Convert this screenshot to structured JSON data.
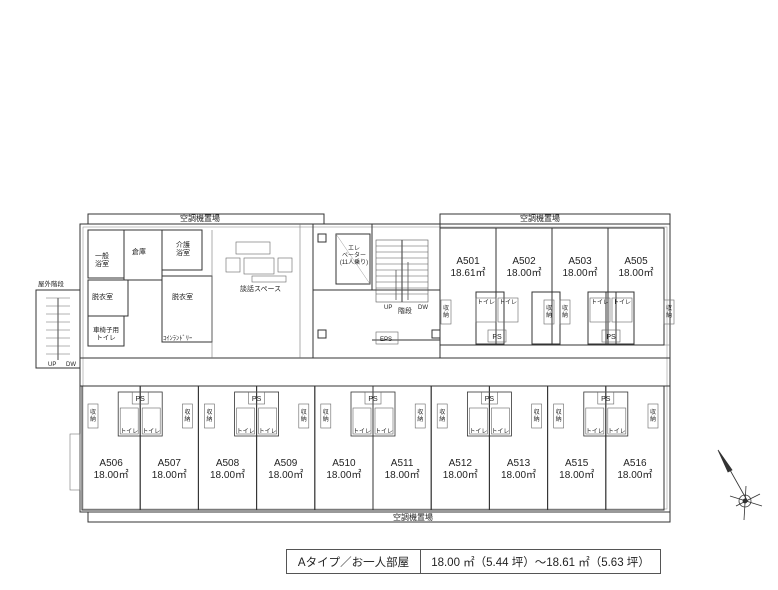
{
  "labels": {
    "aircon_top_left": "空調機置場",
    "aircon_top_right": "空調機置場",
    "aircon_bottom": "空調機置場",
    "ext_stairs": "屋外階段",
    "warehouse": "倉庫",
    "general_bath": "一般\n浴室",
    "care_bath": "介護\n浴室",
    "changing_left": "脱衣室",
    "changing_mid": "脱衣室",
    "wheelchair_toilet": "車椅子用\nトイレ",
    "coin_laundry": "ｺｲﾝﾗﾝﾄﾞﾘｰ",
    "lounge": "談話スペース",
    "elevator": "エレ\nベーター\n(11人乗り)",
    "stairs": "階段",
    "eps": "EPS",
    "up": "UP",
    "dw": "DW",
    "toilet": "トイレ",
    "ps": "PS",
    "storage": "収\n納"
  },
  "top_rooms": [
    {
      "id": "A501",
      "area": "18.61㎡"
    },
    {
      "id": "A502",
      "area": "18.00㎡"
    },
    {
      "id": "A503",
      "area": "18.00㎡"
    },
    {
      "id": "A505",
      "area": "18.00㎡"
    }
  ],
  "bottom_rooms": [
    {
      "id": "A506",
      "area": "18.00㎡"
    },
    {
      "id": "A507",
      "area": "18.00㎡"
    },
    {
      "id": "A508",
      "area": "18.00㎡"
    },
    {
      "id": "A509",
      "area": "18.00㎡"
    },
    {
      "id": "A510",
      "area": "18.00㎡"
    },
    {
      "id": "A511",
      "area": "18.00㎡"
    },
    {
      "id": "A512",
      "area": "18.00㎡"
    },
    {
      "id": "A513",
      "area": "18.00㎡"
    },
    {
      "id": "A515",
      "area": "18.00㎡"
    },
    {
      "id": "A516",
      "area": "18.00㎡"
    }
  ],
  "legend": {
    "type_label": "Aタイプ／お一人部屋",
    "area_range": "18.00 ㎡（5.44 坪）〜18.61 ㎡（5.63 坪）"
  },
  "colors": {
    "line": "#333333",
    "thin": "#777777"
  }
}
